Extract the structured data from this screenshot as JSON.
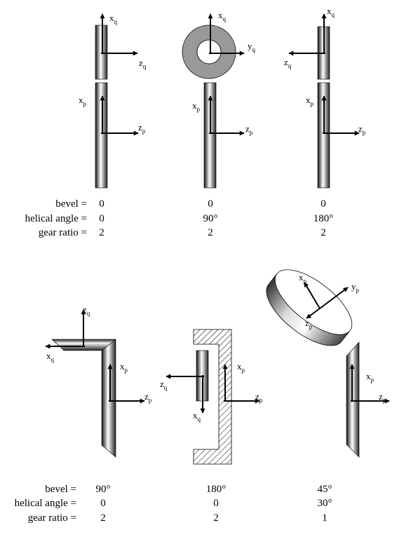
{
  "axes": {
    "xq": {
      "base": "x",
      "sub": "q"
    },
    "yq": {
      "base": "y",
      "sub": "q"
    },
    "zq": {
      "base": "z",
      "sub": "q"
    },
    "xp": {
      "base": "x",
      "sub": "p"
    },
    "yp": {
      "base": "y",
      "sub": "p"
    },
    "zp": {
      "base": "z",
      "sub": "p"
    }
  },
  "params": {
    "bevel_label": "bevel =",
    "helical_label": "helical angle =",
    "ratio_label": "gear ratio ="
  },
  "configs": [
    {
      "bevel": "0",
      "helical": "0",
      "ratio": "2"
    },
    {
      "bevel": "0",
      "helical": "90°",
      "ratio": "2"
    },
    {
      "bevel": "0",
      "helical": "180°",
      "ratio": "2"
    },
    {
      "bevel": "90°",
      "helical": "0",
      "ratio": "2"
    },
    {
      "bevel": "180°",
      "helical": "0",
      "ratio": "2"
    },
    {
      "bevel": "45°",
      "helical": "30°",
      "ratio": "1"
    }
  ]
}
